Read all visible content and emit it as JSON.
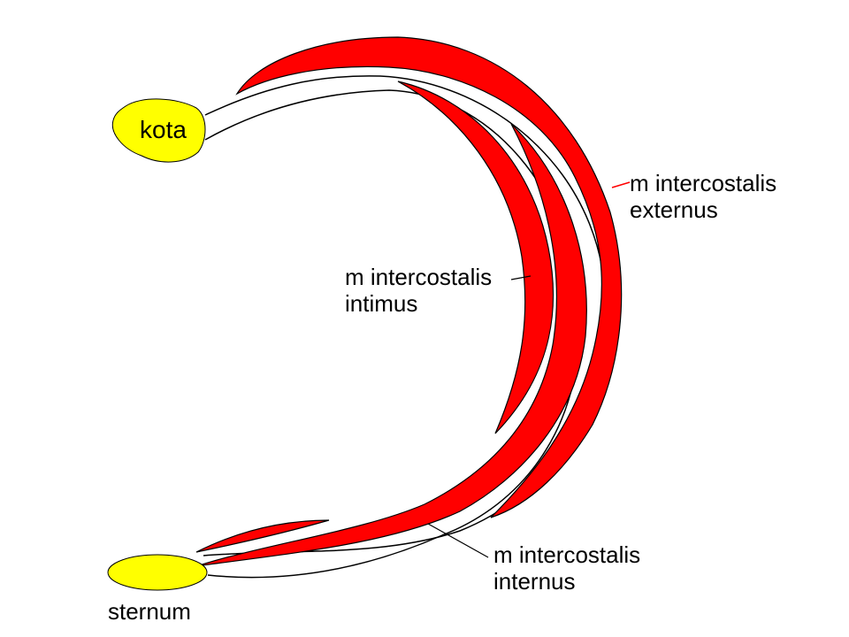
{
  "labels": {
    "kota": "kota",
    "sternum": "sternum",
    "externus": [
      "m intercostalis",
      "externus"
    ],
    "intimus": [
      "m intercostalis",
      "intimus"
    ],
    "internus": [
      "m intercostalis",
      "internus"
    ]
  },
  "colors": {
    "muscle": "#ff0000",
    "bone": "#ffff00",
    "outline": "#000000",
    "background": "#ffffff"
  }
}
